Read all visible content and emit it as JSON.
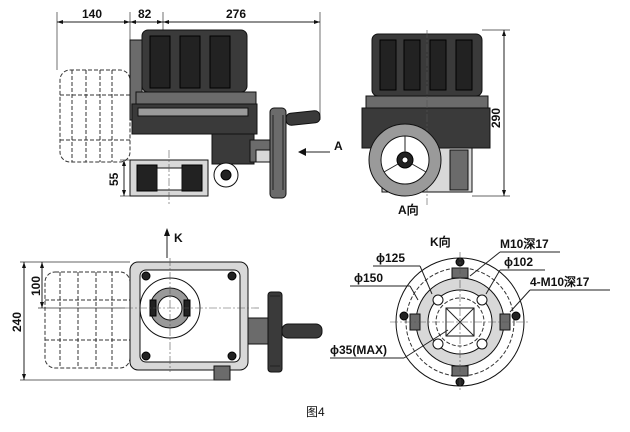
{
  "figure_caption": "图4",
  "views": {
    "front": {
      "dims": {
        "d140": "140",
        "d82": "82",
        "d276": "276",
        "d55": "55"
      },
      "arrow_label": "A"
    },
    "side": {
      "dims": {
        "d290": "290"
      },
      "view_label": "A向"
    },
    "top": {
      "dims": {
        "d100": "100",
        "d240": "240"
      },
      "arrow_label": "K"
    },
    "flange": {
      "view_label": "K向",
      "callouts": {
        "m10": "M10深17",
        "d125": "ϕ125",
        "d102": "ϕ102",
        "d150": "ϕ150",
        "m10x4": "4-M10深17",
        "d35": "ϕ35(MAX)"
      }
    }
  }
}
